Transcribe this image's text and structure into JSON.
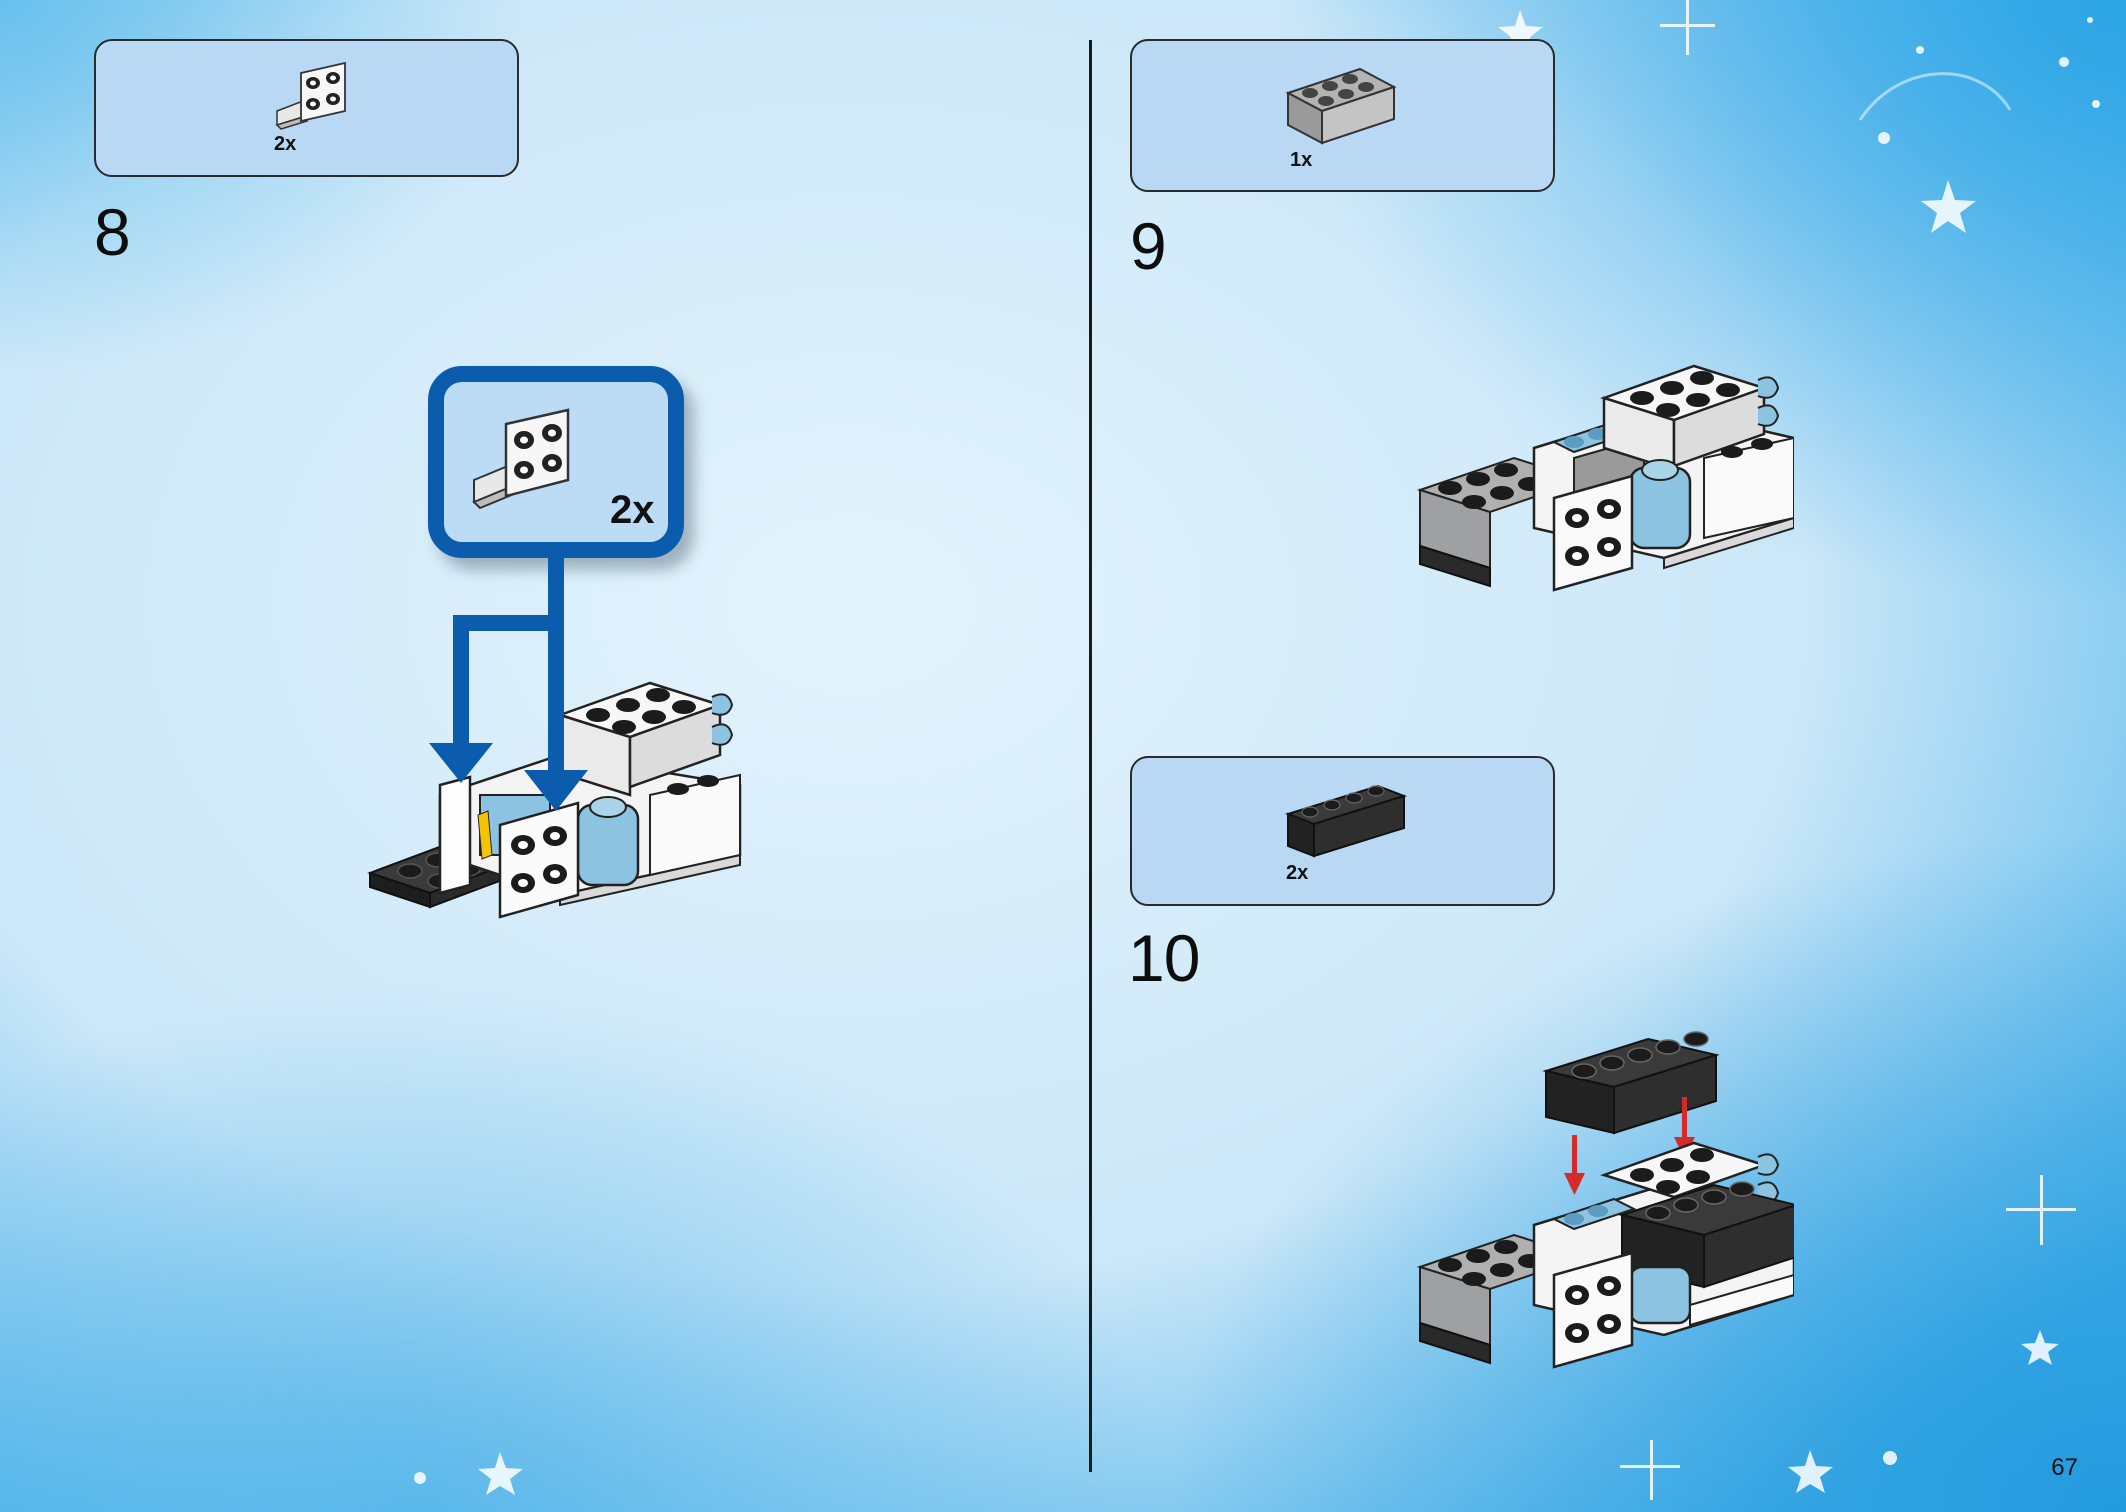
{
  "steps": [
    {
      "number": "8",
      "part_qty": "2x",
      "callout_qty": "2x"
    },
    {
      "number": "9",
      "part_qty": "1x"
    },
    {
      "number": "10",
      "part_qty": "2x"
    }
  ],
  "page_number": "67",
  "colors": {
    "background": "#cfe9f8",
    "parts_box": "#b8d8f4",
    "callout_border": "#0b5cad",
    "arrow_blue": "#0b5cad",
    "arrow_red": "#d42a2a",
    "brick_black": "#2b2b2b",
    "brick_gray": "#9ea0a2",
    "brick_white": "#f7f7f7",
    "brick_light_blue": "#8cc3e0"
  },
  "icons": [
    "bracket-piece-icon",
    "gray-brick-2x4-icon",
    "black-brick-1x4-icon"
  ]
}
